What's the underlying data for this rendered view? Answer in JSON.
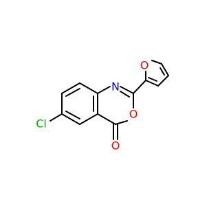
{
  "molecule": {
    "colors": {
      "bond": "#000000",
      "nitrogen": "#0000ff",
      "oxygen": "#ff0000",
      "chlorine": "#00b000"
    },
    "atoms": {
      "n_ring": "N",
      "o_ring": "O",
      "o_furan": "O",
      "o_carbonyl": "O",
      "cl": "Cl"
    }
  }
}
